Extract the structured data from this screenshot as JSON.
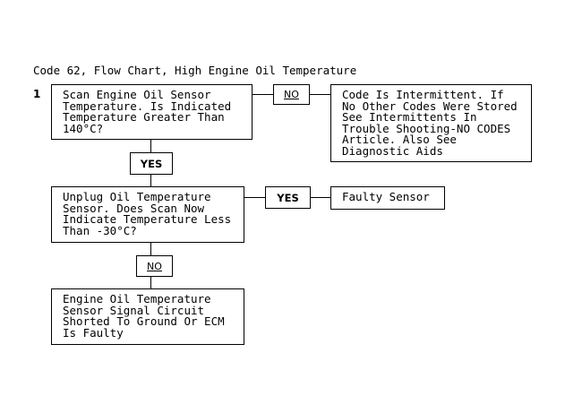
{
  "title": "Code 62, Flow Chart, High Engine Oil Temperature",
  "step_number": "1",
  "boxes": {
    "scan_sensor": "Scan Engine Oil Sensor\nTemperature. Is Indicated\nTemperature Greater Than\n140°C?",
    "intermittent": "Code Is Intermittent. If\nNo Other Codes Were Stored\nSee Intermittents In\nTrouble Shooting-NO CODES\nArticle. Also See\nDiagnostic Aids",
    "unplug_sensor": "Unplug Oil Temperature\nSensor. Does Scan Now\nIndicate Temperature Less\nThan -30°C?",
    "faulty_sensor": "Faulty Sensor",
    "shorted_circuit": "Engine Oil Temperature\nSensor Signal Circuit\nShorted To Ground Or ECM\nIs Faulty"
  },
  "labels": {
    "no_1": "NO",
    "yes_1": "YES",
    "yes_2": "YES",
    "no_2": "NO"
  }
}
